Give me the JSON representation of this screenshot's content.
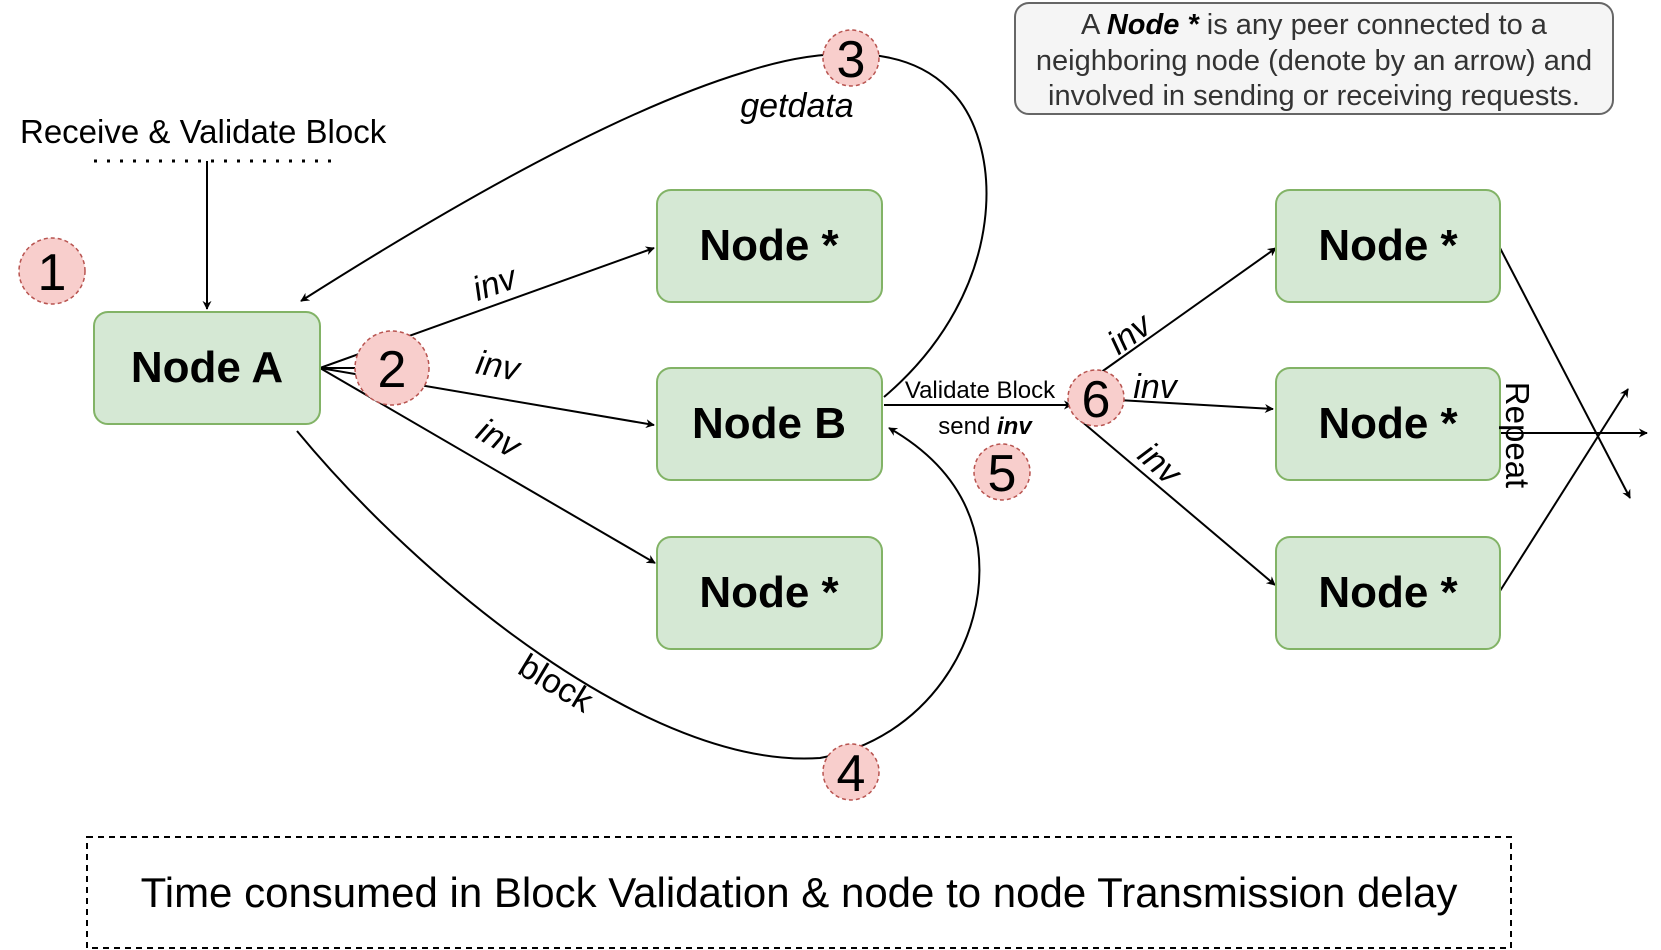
{
  "start_label": "Receive & Validate Block",
  "nodes": {
    "node_a": "Node A",
    "node_b": "Node B",
    "peer": "Node *"
  },
  "steps": [
    "1",
    "2",
    "3",
    "4",
    "5",
    "6"
  ],
  "edges": {
    "inv": "inv",
    "getdata": "getdata",
    "block": "block",
    "validate": "Validate Block",
    "send": "send ",
    "send_bold": "inv",
    "repeat": "Repeat"
  },
  "note": {
    "line1_pre": "A ",
    "line1_bold": "Node *",
    "line1_post": " is any peer connected to a",
    "line2": "neighboring node (denote by an arrow) and",
    "line3": "involved in sending or receiving requests."
  },
  "footer": "Time consumed in Block Validation & node to node Transmission delay",
  "colors": {
    "node_fill": "#d5e8d4",
    "node_stroke": "#82b366",
    "step_fill": "#f8cecc",
    "step_stroke": "#b85450"
  }
}
